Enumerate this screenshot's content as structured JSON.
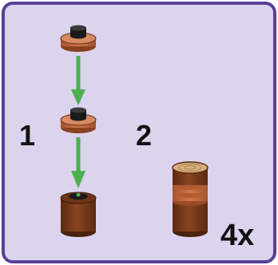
{
  "steps": [
    {
      "number": "1"
    },
    {
      "number": "2"
    }
  ],
  "quantity": "4x",
  "colors": {
    "frame": "#5b3f95",
    "background": "#dcd3ee",
    "arrow": "#4caf50",
    "brick_brown": "#7a3a1d",
    "plate_orange": "#c96d45",
    "stud_dark": "#1a1a1a",
    "wood_top": "#d9b27c"
  },
  "icons": [
    "round-plate-icon",
    "round-plate-icon",
    "round-brick-icon",
    "assembled-stack-icon",
    "arrow-down-icon"
  ]
}
